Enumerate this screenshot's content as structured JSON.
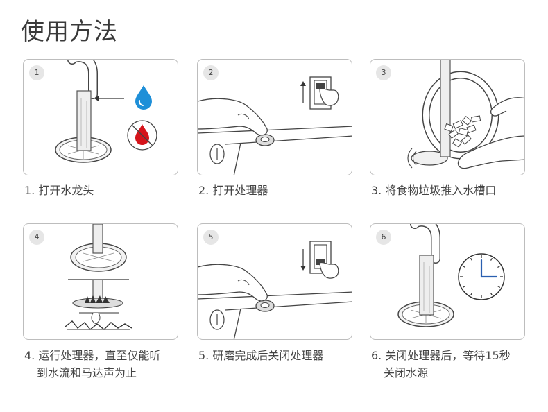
{
  "title": "使用方法",
  "steps": [
    {
      "num": "1",
      "caption": "1. 打开水龙头"
    },
    {
      "num": "2",
      "caption": "2. 打开处理器"
    },
    {
      "num": "3",
      "caption": "3. 将食物垃圾推入水槽口"
    },
    {
      "num": "4",
      "caption_line1": "4. 运行处理器，直至仅能听",
      "caption_line2": "到水流和马达声为止"
    },
    {
      "num": "5",
      "caption": "5. 研磨完成后关闭处理器"
    },
    {
      "num": "6",
      "caption_line1": "6. 关闭处理器后，等待15秒",
      "caption_line2": "关闭水源"
    }
  ],
  "colors": {
    "water_drop": "#1e8fd8",
    "forbidden_drop": "#d5141b",
    "clock_hand": "#2a5fb0",
    "outline": "#444444"
  }
}
